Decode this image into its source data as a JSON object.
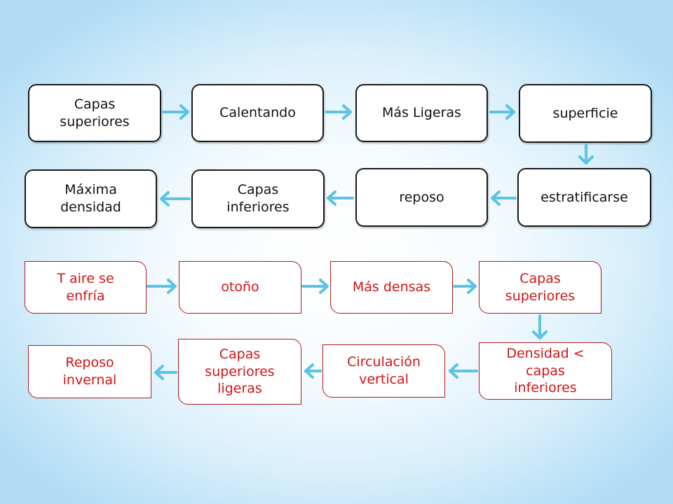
{
  "diagram_top": {
    "nodes": [
      "Capas\nsuperiores",
      "Calentando",
      "Más Ligeras",
      "superficie",
      "estratificarse",
      "reposo",
      "Capas\ninferiores",
      "Máxima\ndensidad"
    ]
  },
  "diagram_bottom": {
    "nodes": [
      "T aire se\nenfría",
      "otoño",
      "Más densas",
      "Capas\nsuperiores",
      "Densidad <\ncapas\ninferiores",
      "Circulación\nvertical",
      "Capas\nsuperiores\nligeras",
      "Reposo\ninvernal"
    ]
  },
  "colors": {
    "arrow": "#5bc3e6",
    "top_border": "#1a1a1a",
    "bottom_border": "#b31a1a",
    "bottom_text": "#d01414"
  }
}
